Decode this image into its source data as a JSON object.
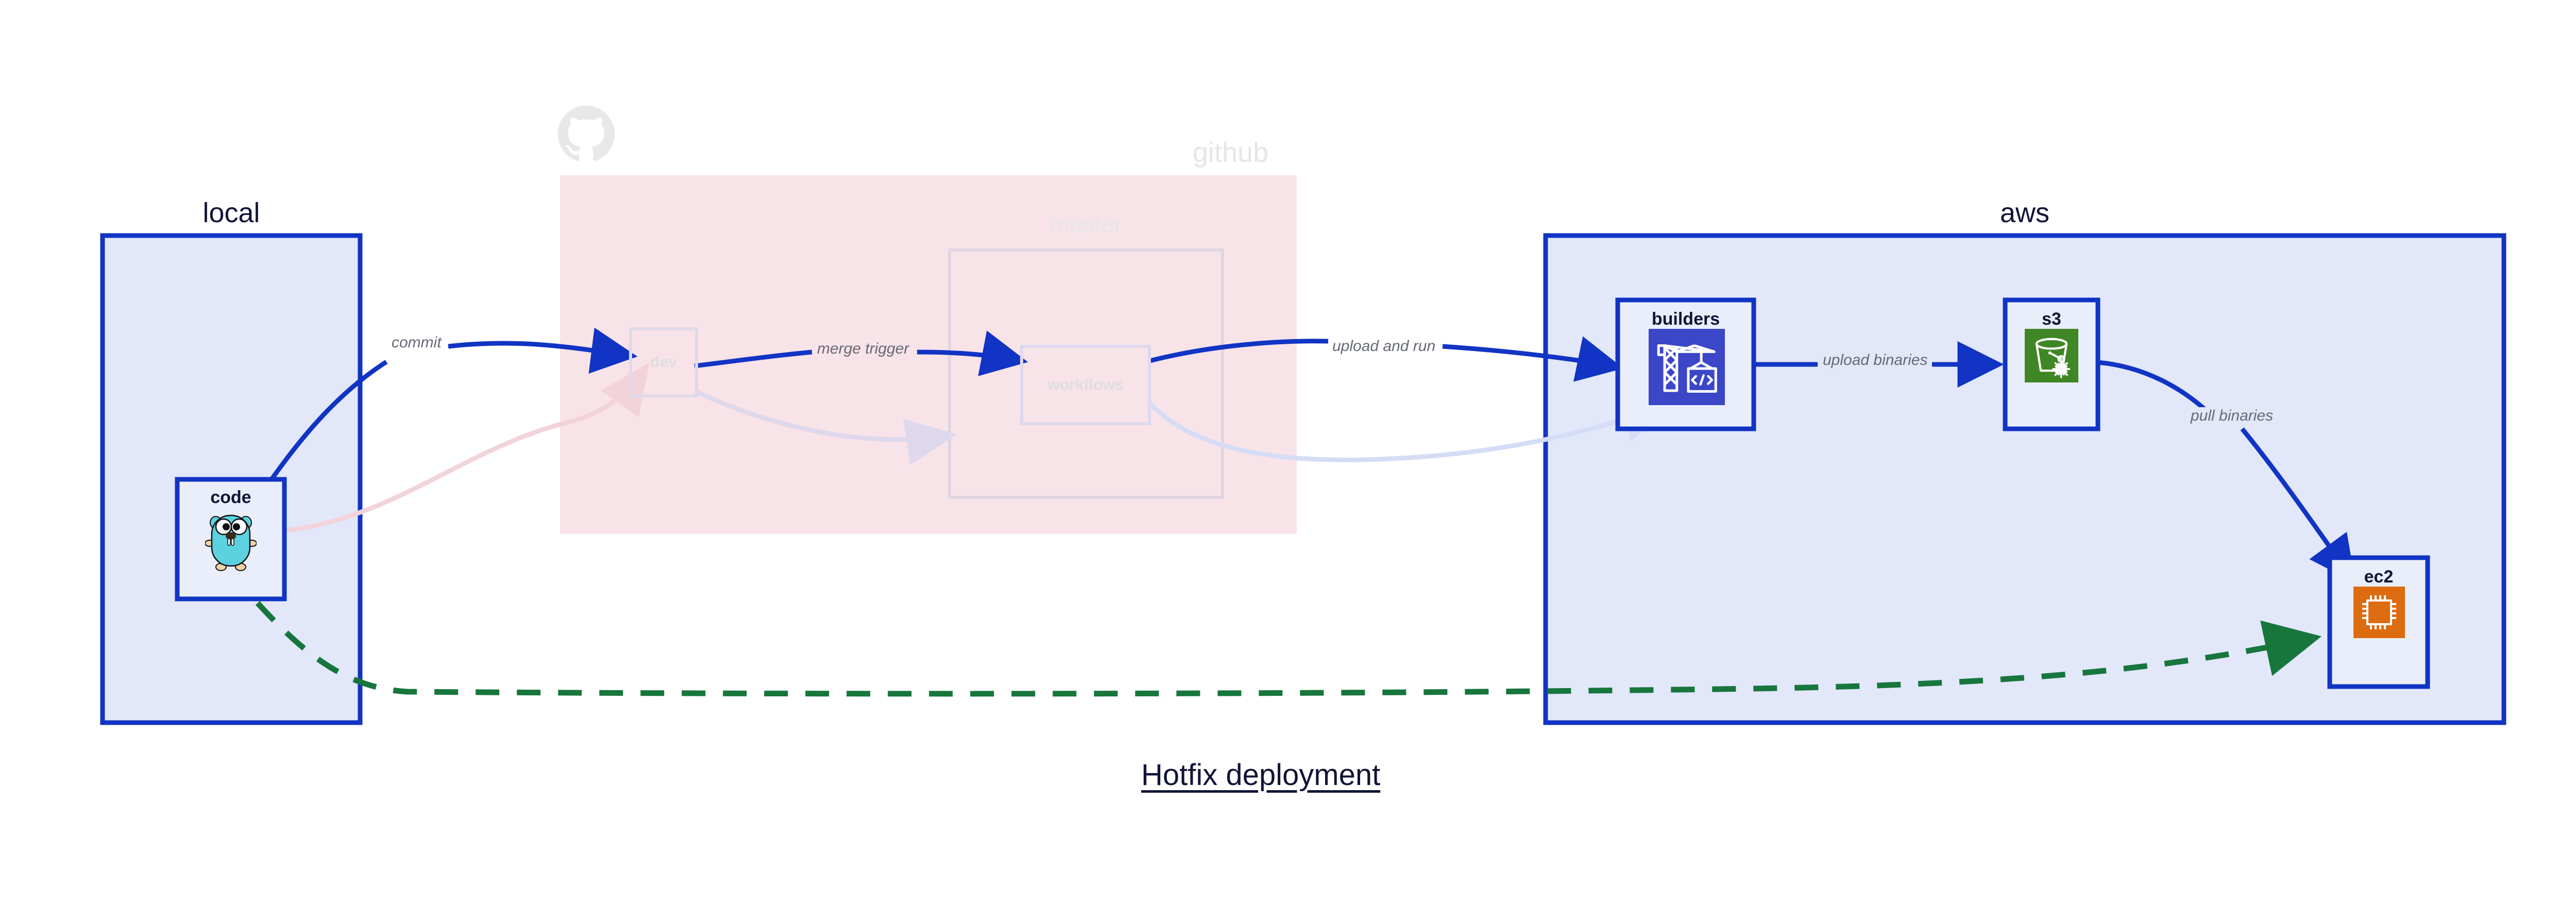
{
  "diagram": {
    "title": "Hotfix deployment",
    "colors": {
      "container_blue_fill": "#e2e7fa",
      "container_blue_stroke": "#1134c4",
      "container_pink_fill": "#f8e3e8",
      "node_blue_fill": "#eaeefb",
      "node_blue_stroke": "#1134c4",
      "edge_blue": "#1134c4",
      "edge_green": "#17763c",
      "label_gray": "#666a76",
      "title_dark": "#101536",
      "faded_gray": "#e0e0e0",
      "builders_icon_bg": "#3c46c8",
      "s3_icon_bg": "#3f8624",
      "ec2_icon_bg": "#dd6b10",
      "gopher_body": "#5cd2e0"
    }
  },
  "groups": [
    {
      "id": "local",
      "label": "local",
      "faded": false
    },
    {
      "id": "github",
      "label": "github",
      "faded": true
    },
    {
      "id": "master",
      "label": "master",
      "faded": true
    },
    {
      "id": "aws",
      "label": "aws",
      "faded": false
    }
  ],
  "nodes": [
    {
      "id": "code",
      "label": "code",
      "icon": "go-gopher-icon",
      "faded": false
    },
    {
      "id": "dev",
      "label": "dev",
      "icon": null,
      "faded": true
    },
    {
      "id": "workflows",
      "label": "workflows",
      "icon": null,
      "faded": true
    },
    {
      "id": "builders",
      "label": "builders",
      "icon": "aws-codebuild-icon",
      "faded": false
    },
    {
      "id": "s3",
      "label": "s3",
      "icon": "aws-s3-glacier-icon",
      "faded": false
    },
    {
      "id": "ec2",
      "label": "ec2",
      "icon": "aws-ec2-icon",
      "faded": false
    }
  ],
  "edges": [
    {
      "id": "commit",
      "label": "commit",
      "from": "code",
      "to": "dev",
      "style": "solid",
      "color": "#1134c4"
    },
    {
      "id": "merge-trigger",
      "label": "merge trigger",
      "from": "dev",
      "to": "workflows",
      "style": "solid",
      "color": "#1134c4"
    },
    {
      "id": "upload-and-run",
      "label": "upload and run",
      "from": "workflows",
      "to": "builders",
      "style": "solid",
      "color": "#1134c4"
    },
    {
      "id": "upload-binaries",
      "label": "upload binaries",
      "from": "builders",
      "to": "s3",
      "style": "solid",
      "color": "#1134c4"
    },
    {
      "id": "pull-binaries",
      "label": "pull binaries",
      "from": "s3",
      "to": "ec2",
      "style": "solid",
      "color": "#1134c4"
    },
    {
      "id": "hotfix-direct",
      "label": "",
      "from": "code",
      "to": "ec2",
      "style": "dashed",
      "color": "#17763c"
    }
  ]
}
